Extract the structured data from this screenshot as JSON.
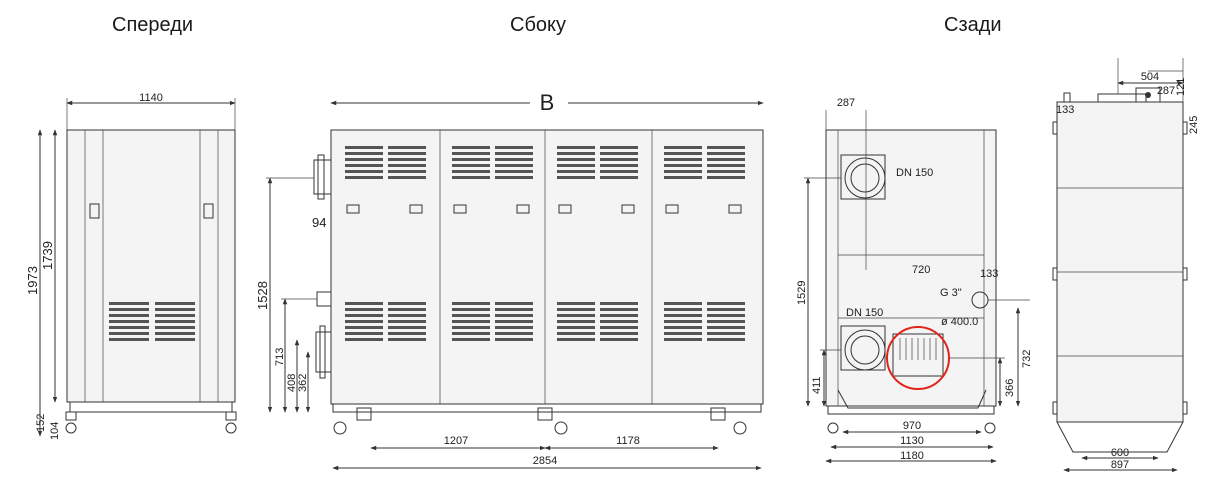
{
  "views": {
    "front": "Спереди",
    "side": "Сбоку",
    "rear": "Сзади"
  },
  "front_dims": {
    "width": "1140",
    "height_total": "1973",
    "height_body": "1739",
    "base": "152",
    "feet": "104"
  },
  "side_dims": {
    "length_label": "B",
    "flue_offset": "94",
    "flue_height": "1528",
    "return_height": "713",
    "inlet_1": "408",
    "inlet_2": "362",
    "wheel_span_1": "1207",
    "wheel_span_2": "1178",
    "total_length": "2854"
  },
  "rear_dims": {
    "top_offset": "287",
    "flue_dn": "DN 150",
    "flue_height": "1529",
    "mid_width": "720",
    "conn_offset": "133",
    "gas": "G 3\"",
    "diameter": "ø 400.0",
    "bottom_dn": "DN 150",
    "bottom_height": "411",
    "right_height": "732",
    "right_low": "366",
    "w1": "970",
    "w2": "1130",
    "w3": "1180"
  },
  "top_dims": {
    "d504": "504",
    "d287": "287",
    "d121": "121",
    "d133": "133",
    "d245": "245",
    "d600": "600",
    "d897": "897"
  }
}
